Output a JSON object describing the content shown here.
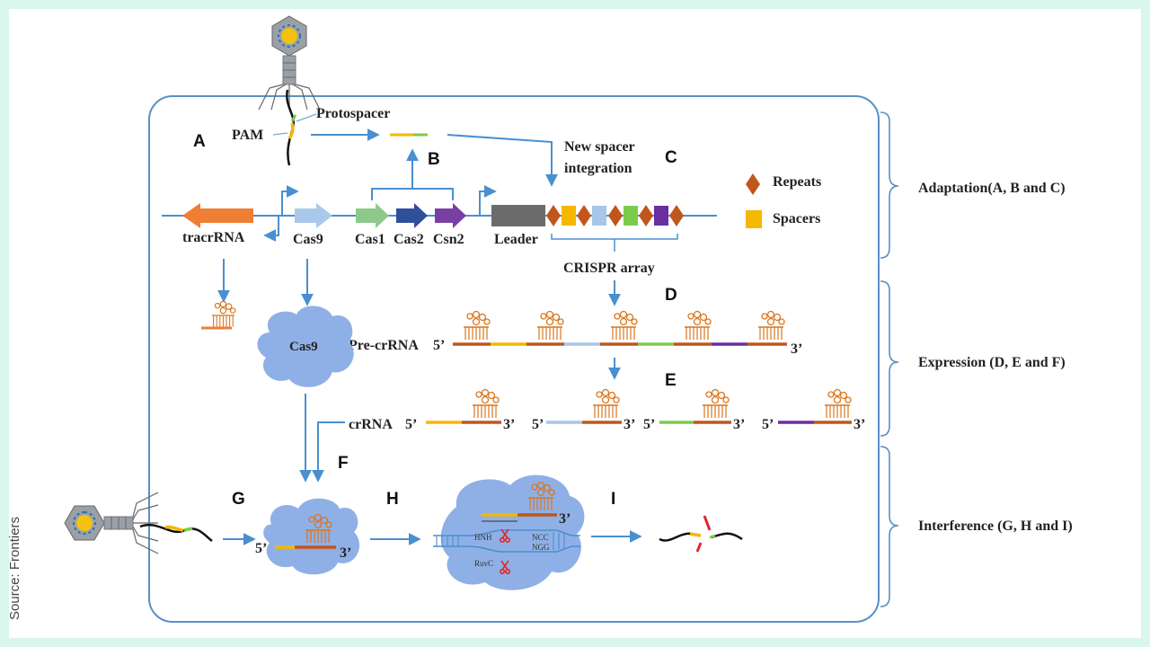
{
  "source": "Source: Frontiers",
  "panels": {
    "a": "A",
    "b": "B",
    "c": "C",
    "d": "D",
    "e": "E",
    "f": "F",
    "g": "G",
    "h": "H",
    "i": "I"
  },
  "labels": {
    "pam": "PAM",
    "protospacer": "Protospacer",
    "new_spacer_1": "New spacer",
    "new_spacer_2": "integration",
    "tracrrna": "tracrRNA",
    "cas9_gene": "Cas9",
    "cas1": "Cas1",
    "cas2": "Cas2",
    "csn2": "Csn2",
    "leader": "Leader",
    "crispr_array": "CRISPR array",
    "pre_crrna": "Pre-crRNA",
    "crrna": "crRNA",
    "five_prime": "5’",
    "three_prime": "3’",
    "cas9_protein": "Cas9",
    "hnh": "HNH",
    "ruvc": "RuvC",
    "ncc": "NCC",
    "ngg": "NGG"
  },
  "legend": {
    "repeats": "Repeats",
    "spacers": "Spacers"
  },
  "stages": {
    "adaptation": "Adaptation(A, B and C)",
    "expression": "Expression (D, E and F)",
    "interference": "Interference (G, H and I)"
  },
  "colors": {
    "cell_border": "#5a8fc7",
    "arrow_blue": "#4a8fd0",
    "tracr_orange": "#ee7f35",
    "cas9_light": "#a9c9ea",
    "cas1_green": "#8cc98a",
    "cas2_navy": "#2f4f9a",
    "csn2_purple": "#7a3fa3",
    "leader_gray": "#6b6b6b",
    "repeat_brown": "#c0561b",
    "spacer_yellow": "#f5b800",
    "spacer_blue": "#a7c6e8",
    "spacer_green": "#7ccc4a",
    "spacer_purple": "#6a2ea0",
    "cas9_blob": "#8fb0e6",
    "scissors_red": "#e0282a"
  }
}
